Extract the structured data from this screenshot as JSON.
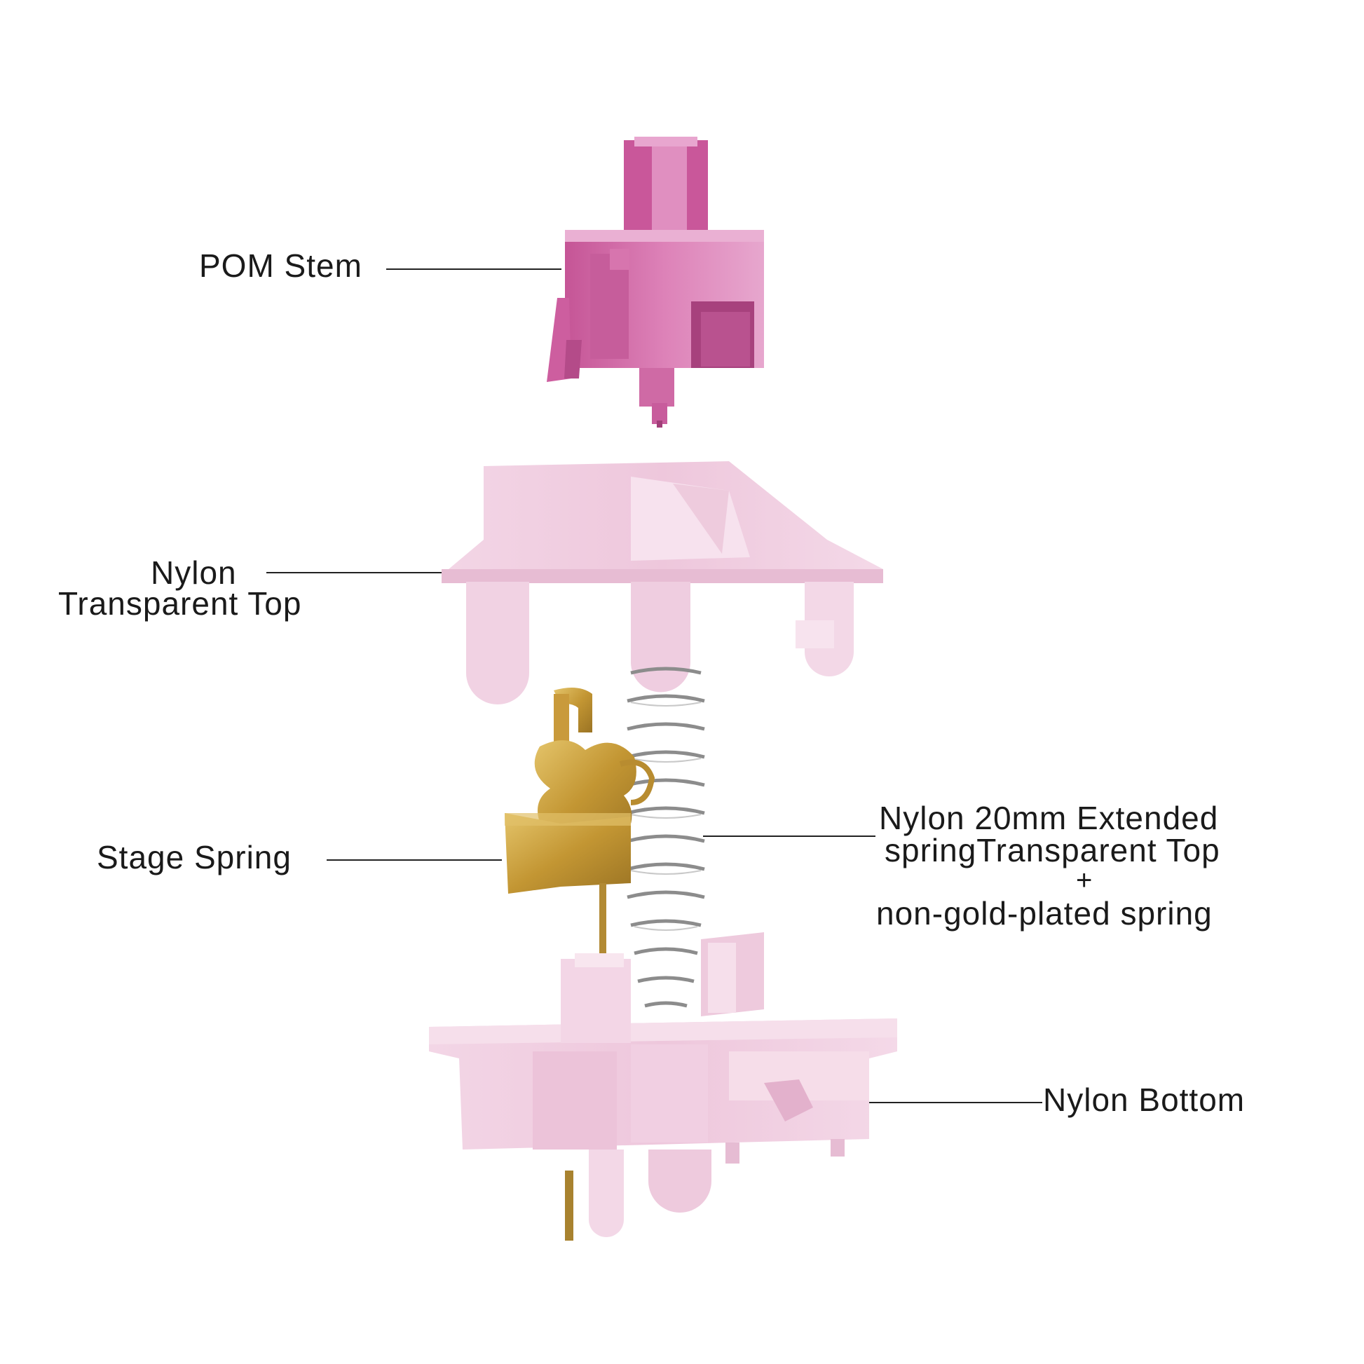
{
  "labels": {
    "pom_stem": "POM Stem",
    "top_line1": "Nylon",
    "top_line2": "Transparent Top",
    "stage_spring": "Stage Spring",
    "spring_line1": "Nylon 20mm Extended",
    "spring_line2": "springTransparent Top",
    "spring_line3": "+",
    "spring_line4": "non-gold-plated spring",
    "bottom": "Nylon Bottom"
  },
  "colors": {
    "stem": "#d46aa6",
    "stem_light": "#e39cc8",
    "stem_dark": "#a8407c",
    "housing": "#f0cde0",
    "housing_light": "#f7e3ee",
    "housing_dark": "#d9a9c4",
    "gold": "#c9a03e",
    "gold_dark": "#8a6a1f",
    "spring": "#8c8c8c"
  }
}
